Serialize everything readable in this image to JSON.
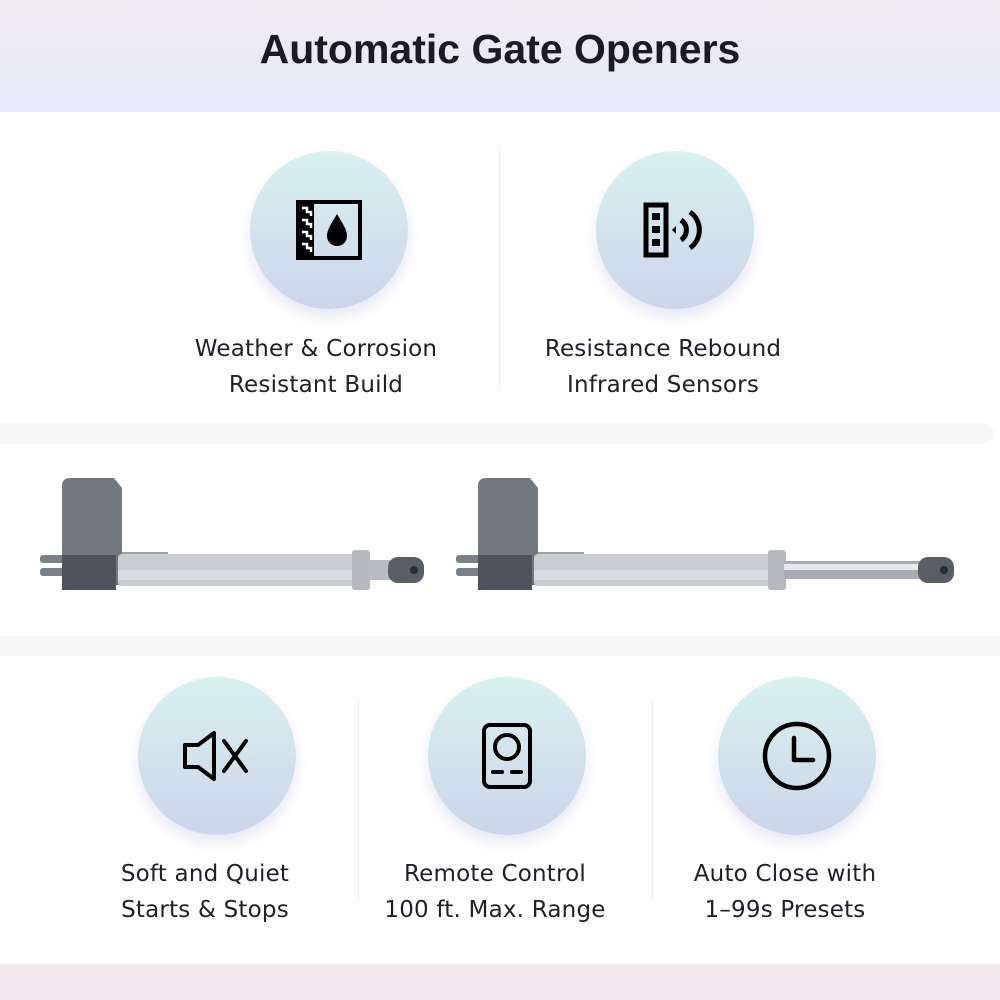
{
  "header": {
    "title": "Automatic Gate Openers"
  },
  "top_features": [
    {
      "icon": "weatherproof-icon",
      "line1": "Weather & Corrosion",
      "line2": "Resistant Build"
    },
    {
      "icon": "infrared-sensor-icon",
      "line1": "Resistance Rebound",
      "line2": "Infrared Sensors"
    }
  ],
  "product_image": {
    "description": "Two linear actuator gate opener arms (one retracted, one extended)",
    "colors": {
      "housing": "#6c7079",
      "housing_dark": "#4e525b",
      "tube": "#c9cdd3",
      "rod": "#b8bcc2"
    }
  },
  "bottom_features": [
    {
      "icon": "mute-speaker-icon",
      "line1": "Soft and Quiet",
      "line2": "Starts & Stops"
    },
    {
      "icon": "remote-control-icon",
      "line1": "Remote Control",
      "line2": "100 ft. Max. Range"
    },
    {
      "icon": "clock-icon",
      "line1": "Auto Close with",
      "line2": "1–99s Presets"
    }
  ],
  "colors": {
    "header_top": "#f1ebf1",
    "header_bottom": "#e4ebfa",
    "circle_top": "#d7f2f1",
    "circle_bottom": "#ccd5ec",
    "footer": "#f2e9ef",
    "text": "#202028"
  }
}
